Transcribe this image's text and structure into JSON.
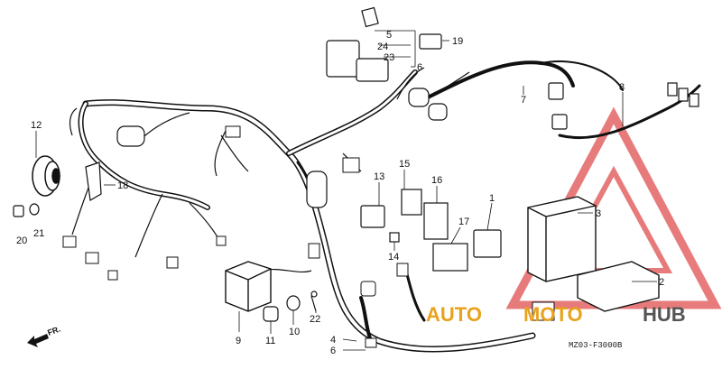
{
  "diagram": {
    "direction_label": "FR.",
    "part_code": "MZ03-F3000B",
    "callouts": [
      "1",
      "2",
      "3",
      "4",
      "5",
      "6",
      "7",
      "8",
      "9",
      "10",
      "11",
      "12",
      "13",
      "14",
      "15",
      "16",
      "17",
      "18",
      "19",
      "20",
      "21",
      "22",
      "23",
      "24",
      "6"
    ]
  },
  "watermark": {
    "text_a": "AUTO",
    "text_b": "MOTO",
    "text_c": "HUB",
    "color_primary": "#e8a21c",
    "color_secondary": "#e05050"
  }
}
